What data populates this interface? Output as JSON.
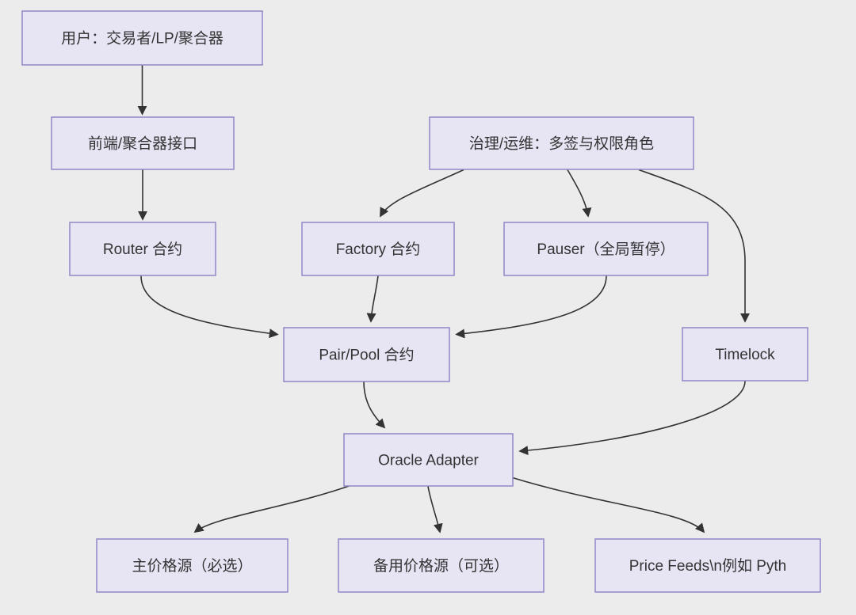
{
  "style": {
    "background_color": "#ececec",
    "node_fill_color": "#e7e4f4",
    "node_border_color": "#9287c6",
    "edge_color": "#333333",
    "text_color": "#333333"
  },
  "diagram": {
    "type": "flowchart",
    "nodes": [
      {
        "id": "user",
        "label": "用户：交易者/LP/聚合器"
      },
      {
        "id": "frontend",
        "label": "前端/聚合器接口"
      },
      {
        "id": "governance",
        "label": "治理/运维：多签与权限角色"
      },
      {
        "id": "router",
        "label": "Router 合约"
      },
      {
        "id": "factory",
        "label": "Factory 合约"
      },
      {
        "id": "pauser",
        "label": "Pauser（全局暂停）"
      },
      {
        "id": "pairpool",
        "label": "Pair/Pool 合约"
      },
      {
        "id": "timelock",
        "label": "Timelock"
      },
      {
        "id": "oracle",
        "label": "Oracle Adapter"
      },
      {
        "id": "primary-feed",
        "label": "主价格源（必选）"
      },
      {
        "id": "backup-feed",
        "label": "备用价格源（可选）"
      },
      {
        "id": "price-feeds",
        "label": "Price Feeds\\n例如 Pyth"
      }
    ],
    "edges": [
      {
        "from": "user",
        "to": "frontend"
      },
      {
        "from": "frontend",
        "to": "router"
      },
      {
        "from": "router",
        "to": "pairpool"
      },
      {
        "from": "governance",
        "to": "factory"
      },
      {
        "from": "governance",
        "to": "pauser"
      },
      {
        "from": "governance",
        "to": "timelock"
      },
      {
        "from": "factory",
        "to": "pairpool"
      },
      {
        "from": "pauser",
        "to": "pairpool"
      },
      {
        "from": "pairpool",
        "to": "oracle"
      },
      {
        "from": "timelock",
        "to": "oracle"
      },
      {
        "from": "oracle",
        "to": "primary-feed"
      },
      {
        "from": "oracle",
        "to": "backup-feed"
      },
      {
        "from": "oracle",
        "to": "price-feeds"
      }
    ]
  }
}
